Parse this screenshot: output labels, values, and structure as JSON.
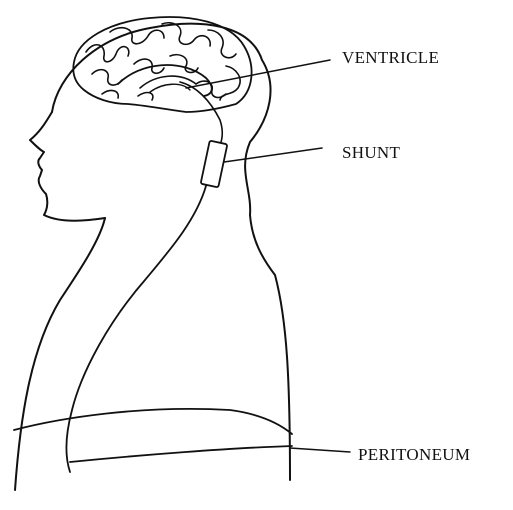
{
  "labels": {
    "ventricle": "VENTRICLE",
    "shunt": "SHUNT",
    "peritoneum": "PERITONEUM"
  },
  "colors": {
    "line": "#111111",
    "background": "#ffffff"
  }
}
